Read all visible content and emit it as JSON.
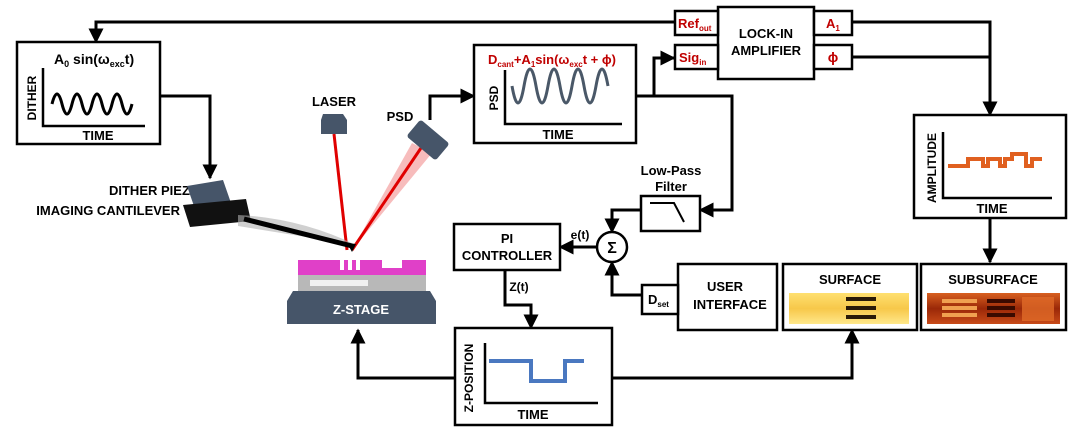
{
  "dither": {
    "formula_a": "A",
    "formula_sub0": "0",
    "formula_b": " sin(ω",
    "formula_exc": "exc",
    "formula_c": "t)",
    "ylabel": "DITHER",
    "xlabel": "TIME"
  },
  "psd_plot": {
    "formula_a": "D",
    "formula_cant": "cant",
    "formula_b": "+A",
    "formula_sub1": "1",
    "formula_c": "sin(ω",
    "formula_exc": "exc",
    "formula_d": "t + ϕ)",
    "ylabel": "PSD",
    "xlabel": "TIME"
  },
  "lockin": {
    "title_line1": "LOCK-IN",
    "title_line2": "AMPLIFIER",
    "ref_a": "Ref",
    "ref_sub": "out",
    "sig_a": "Sig",
    "sig_sub": "in",
    "a1_a": "A",
    "a1_sub": "1",
    "phi": "ϕ"
  },
  "amplitude_plot": {
    "ylabel": "AMPLITUDE",
    "xlabel": "TIME"
  },
  "labels": {
    "laser": "LASER",
    "psd": "PSD",
    "dither_piezo": "DITHER PIEZO",
    "cantilever": "IMAGING CANTILEVER",
    "z_stage": "Z-STAGE",
    "lowpass_line1": "Low-Pass",
    "lowpass_line2": "Filter",
    "error": "e(t)",
    "sigma": "Σ",
    "z_t": "Z(t)"
  },
  "pi": {
    "line1": "PI",
    "line2": "CONTROLLER"
  },
  "user": {
    "dset_a": "D",
    "dset_sub": "set",
    "line1": "USER",
    "line2": "INTERFACE"
  },
  "surface": {
    "title": "SURFACE"
  },
  "subsurface": {
    "title": "SUBSURFACE"
  },
  "zpos_plot": {
    "ylabel": "Z-POSITION",
    "xlabel": "TIME"
  },
  "colors": {
    "accent_red": "#c00000",
    "laser": "#e00000",
    "stage": "#465569",
    "sample_pink": "#e040c8",
    "wave": "#4a5868",
    "amplitude": "#e06020",
    "zpos": "#4a78c0"
  }
}
